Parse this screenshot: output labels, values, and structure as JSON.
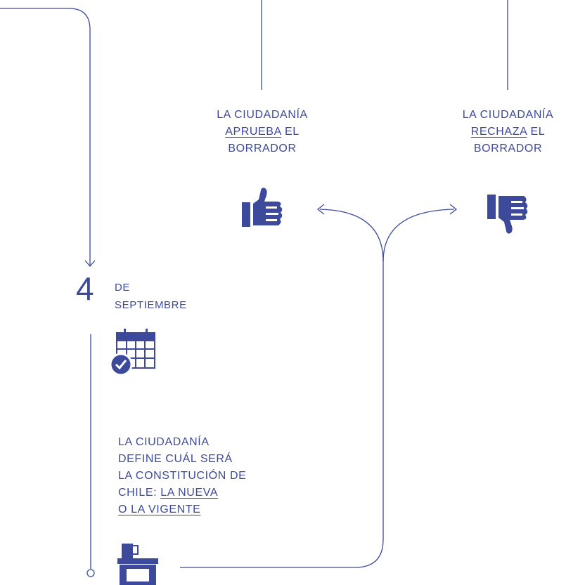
{
  "colors": {
    "primary": "#3d4a9c"
  },
  "date": {
    "day": "4",
    "rest": "DE SEPTIEMBRE"
  },
  "approve": {
    "line1": "LA CIUDADANÍA",
    "highlight": "APRUEBA",
    "rest": "EL",
    "line3": "BORRADOR"
  },
  "reject": {
    "line1": "LA CIUDADANÍA",
    "highlight": "RECHAZA",
    "rest": "EL",
    "line3": "BORRADOR"
  },
  "define": {
    "lines": [
      "LA CIUDADANÍA",
      "DEFINE CUÁL SERÁ",
      "LA CONSTITUCIÓN DE"
    ],
    "line4_plain": "CHILE:",
    "line4_link": "LA NUEVA",
    "line5_link": "O LA VIGENTE"
  },
  "icons": [
    "thumbs-up-icon",
    "thumbs-down-icon",
    "calendar-check-icon",
    "ballot-box-icon"
  ]
}
